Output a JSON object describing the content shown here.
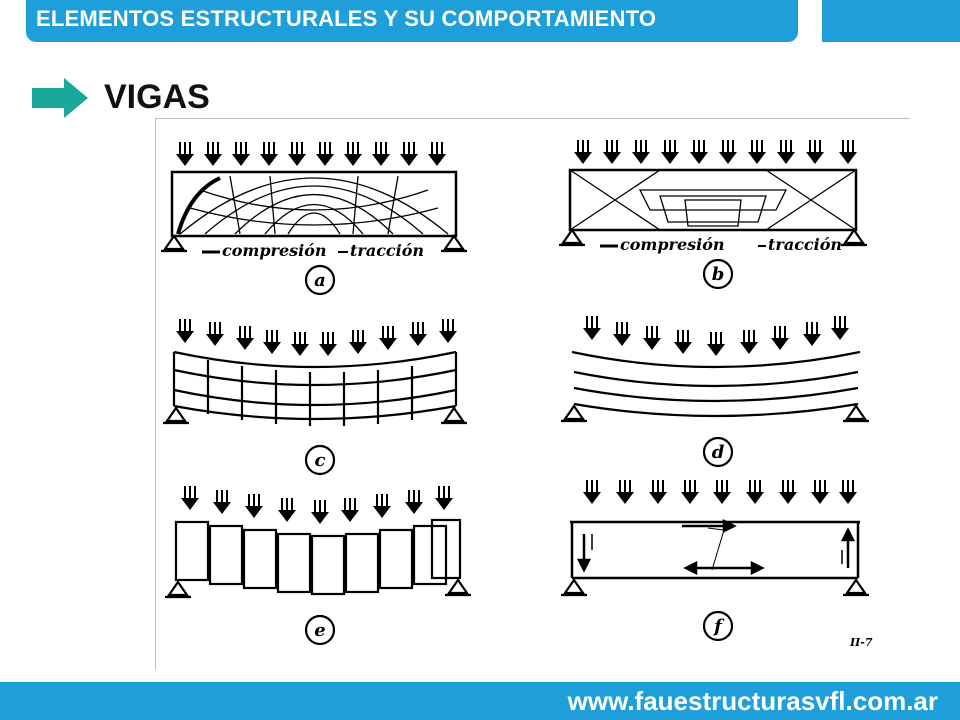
{
  "header": {
    "title": "ELEMENTOS ESTRUCTURALES Y SU COMPORTAMIENTO"
  },
  "section": {
    "heading": "VIGAS"
  },
  "figure": {
    "label_compression": "compresión",
    "label_traction": "tracción",
    "panels": [
      "a",
      "b",
      "c",
      "d",
      "e",
      "f"
    ],
    "page_ref": "II-7"
  },
  "footer": {
    "url": "www.fauestructurasvfl.com.ar"
  },
  "colors": {
    "accent": "#1e9fd9",
    "arrow": "#19a89a"
  }
}
